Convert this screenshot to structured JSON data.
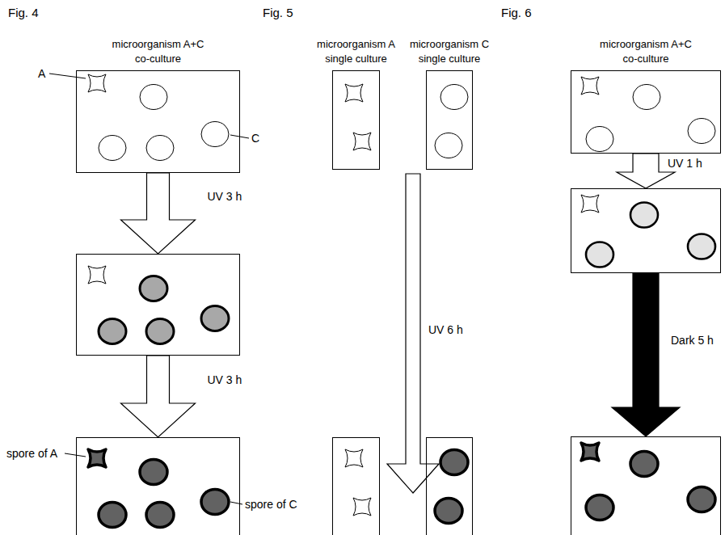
{
  "diagram": {
    "nodes": [
      {
        "text": [
          "microorganism A+C co-culture"
        ]
      },
      {
        "text": []
      },
      {
        "text": []
      },
      {
        "text": [
          "microorganism A single culture"
        ]
      },
      {
        "text": [
          "microorganism C single culture"
        ]
      },
      {
        "text": []
      },
      {
        "text": []
      },
      {
        "text": [
          "microorganism A+C co-culture"
        ]
      },
      {
        "text": []
      },
      {
        "text": []
      }
    ],
    "edges": [
      {
        "from": 0,
        "to": 1,
        "arrow": "to",
        "label": "UV 3 h"
      },
      {
        "from": 1,
        "to": 2,
        "arrow": "to",
        "label": "UV 3 h"
      },
      {
        "from": 7,
        "to": 8,
        "arrow": "to",
        "label": "UV 1 h"
      },
      {
        "from": 8,
        "to": 9,
        "arrow": "to",
        "label": "Dark 5 h"
      }
    ],
    "labels": [
      "Fig. 4",
      "Fig. 5",
      "Fig. 6",
      "A",
      "C",
      "UV 6 h",
      "spore of A",
      "spore of C"
    ]
  }
}
